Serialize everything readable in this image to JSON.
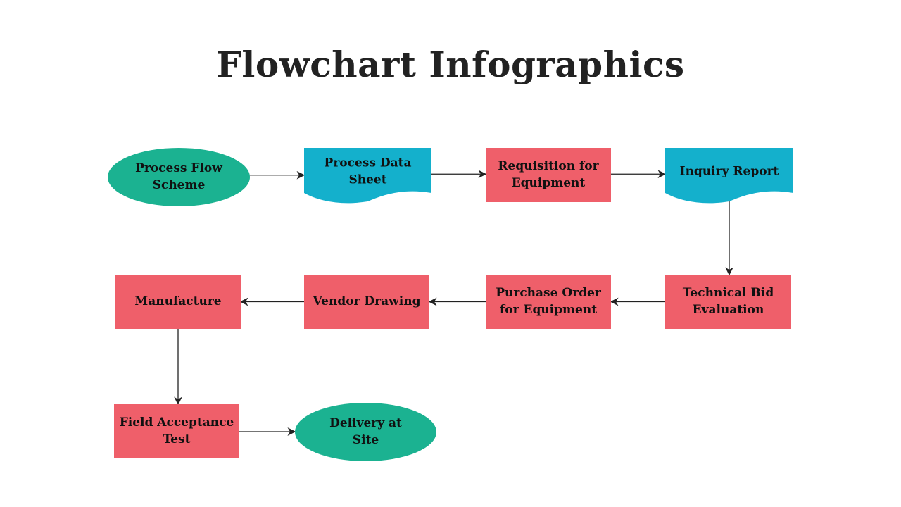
{
  "title": "Flowchart Infographics",
  "colors": {
    "terminal": "#1bb291",
    "document": "#14b0cc",
    "process": "#ef5f6a",
    "arrow": "#222222"
  },
  "nodes": [
    {
      "id": "process-flow-scheme",
      "shape": "ellipse",
      "lines": [
        "Process Flow",
        "Scheme"
      ]
    },
    {
      "id": "process-data-sheet",
      "shape": "document",
      "lines": [
        "Process Data",
        "Sheet"
      ]
    },
    {
      "id": "requisition-for-equipment",
      "shape": "rect",
      "lines": [
        "Requisition for",
        "Equipment"
      ]
    },
    {
      "id": "inquiry-report",
      "shape": "document",
      "lines": [
        "Inquiry Report"
      ]
    },
    {
      "id": "technical-bid-evaluation",
      "shape": "rect",
      "lines": [
        "Technical Bid",
        "Evaluation"
      ]
    },
    {
      "id": "purchase-order-for-equipment",
      "shape": "rect",
      "lines": [
        "Purchase Order",
        "for Equipment"
      ]
    },
    {
      "id": "vendor-drawing",
      "shape": "rect",
      "lines": [
        "Vendor Drawing"
      ]
    },
    {
      "id": "manufacture",
      "shape": "rect",
      "lines": [
        "Manufacture"
      ]
    },
    {
      "id": "field-acceptance-test",
      "shape": "rect",
      "lines": [
        "Field Acceptance",
        "Test"
      ]
    },
    {
      "id": "delivery-at-site",
      "shape": "ellipse",
      "lines": [
        "Delivery at",
        "Site"
      ]
    }
  ],
  "edges": [
    {
      "from": "process-flow-scheme",
      "to": "process-data-sheet"
    },
    {
      "from": "process-data-sheet",
      "to": "requisition-for-equipment"
    },
    {
      "from": "requisition-for-equipment",
      "to": "inquiry-report"
    },
    {
      "from": "inquiry-report",
      "to": "technical-bid-evaluation"
    },
    {
      "from": "technical-bid-evaluation",
      "to": "purchase-order-for-equipment"
    },
    {
      "from": "purchase-order-for-equipment",
      "to": "vendor-drawing"
    },
    {
      "from": "vendor-drawing",
      "to": "manufacture"
    },
    {
      "from": "manufacture",
      "to": "field-acceptance-test"
    },
    {
      "from": "field-acceptance-test",
      "to": "delivery-at-site"
    }
  ]
}
